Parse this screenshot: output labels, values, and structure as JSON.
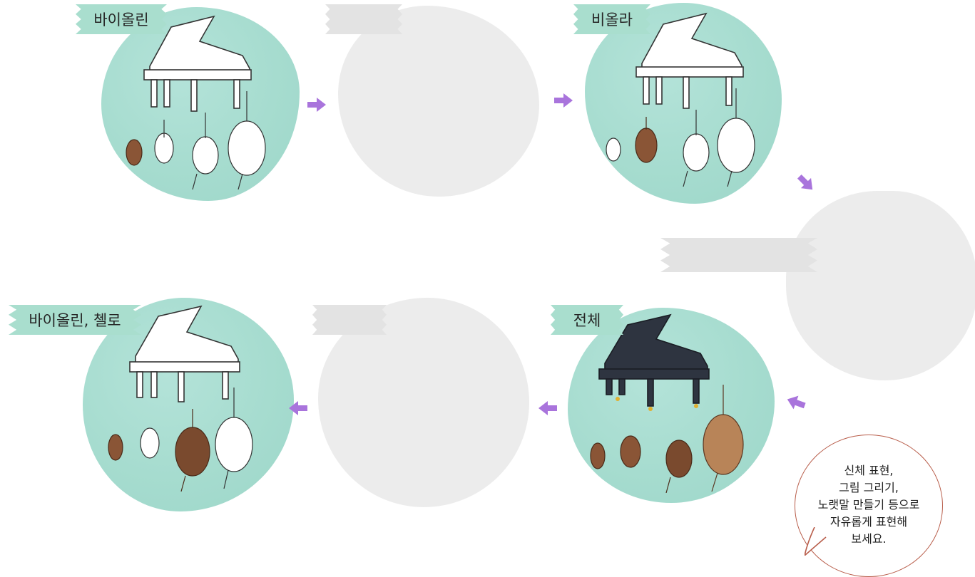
{
  "tags": {
    "t1": "바이올린",
    "t2": "",
    "t3": "비올라",
    "t4": "",
    "t5": "전체",
    "t6": "",
    "t7": "바이올린, 첼로"
  },
  "bubble": {
    "lines": [
      "신체 표현,",
      "그림 그리기,",
      "노랫말 만들기 등으로",
      "자유롭게 표현해",
      "보세요."
    ]
  },
  "colors": {
    "teal": "#a6dccf",
    "tag_teal": "#a9dece",
    "empty_gray": "#ececec",
    "arrow": "#a974dc",
    "bubble_border": "#b85d4a",
    "wood": "#8a5536"
  },
  "icons": [
    "grand-piano-icon",
    "violin-icon",
    "viola-icon",
    "cello-icon",
    "arrow-icon"
  ]
}
